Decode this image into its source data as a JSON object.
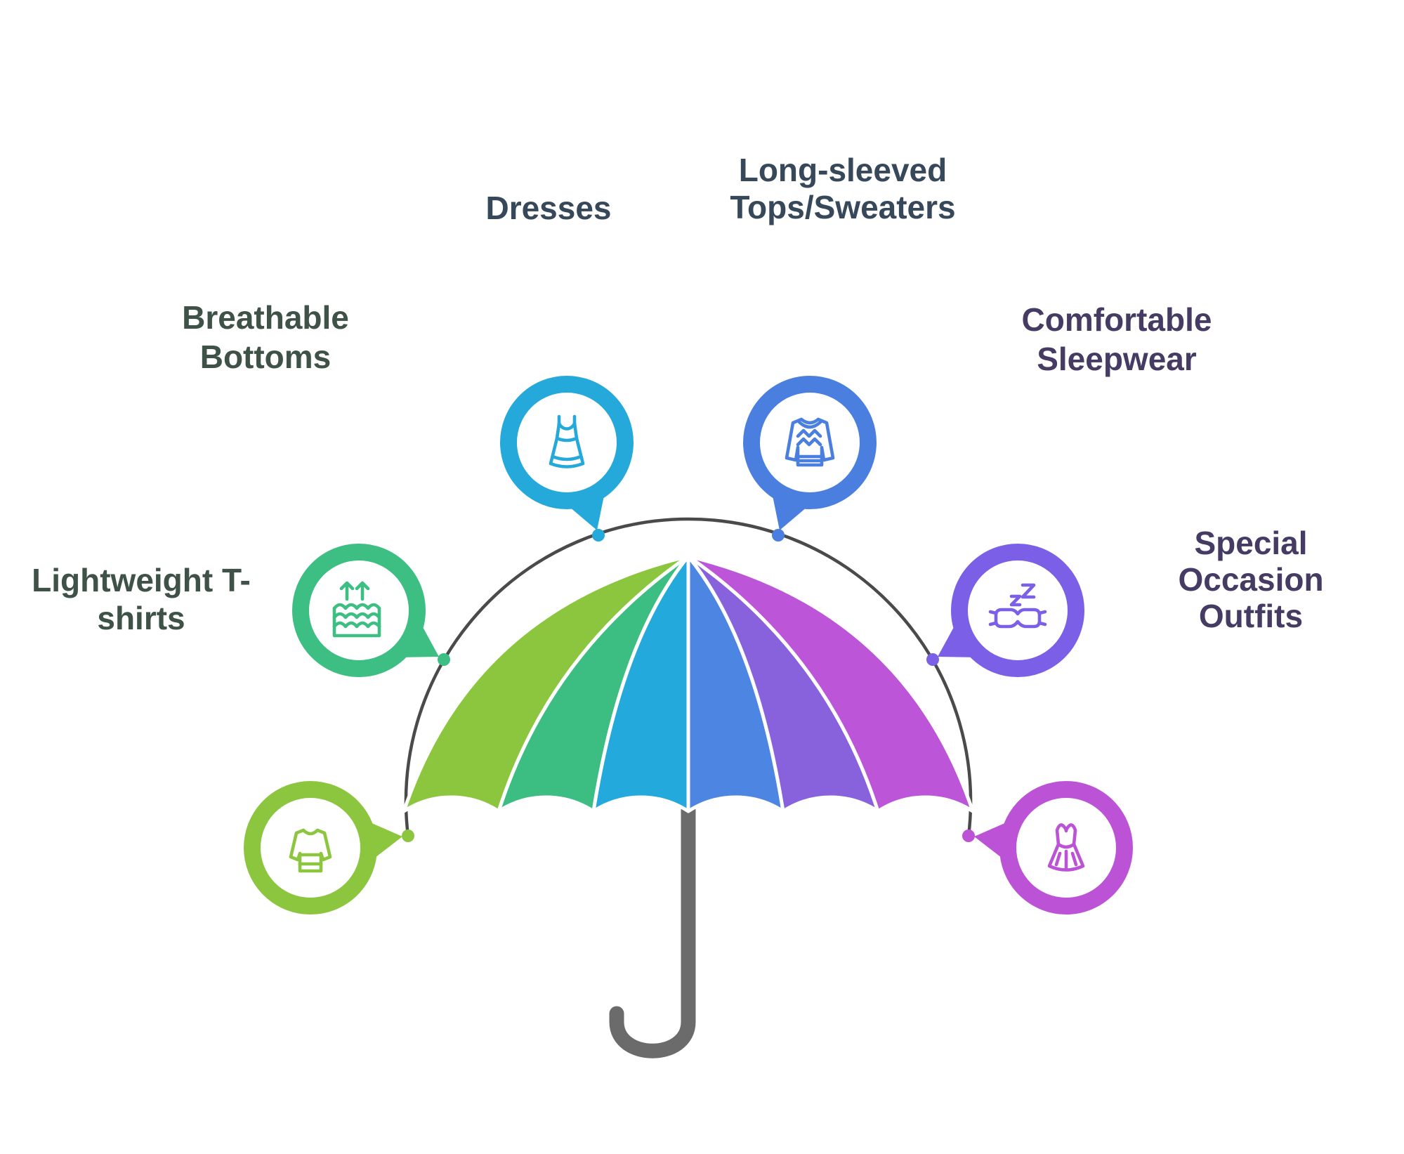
{
  "diagram": {
    "type": "umbrella-category-infographic",
    "background": "#ffffff",
    "arc": {
      "color": "#4a4a4a"
    },
    "umbrella": {
      "pole_color": "#6b6b6b",
      "panel_colors": [
        "#8cc63f",
        "#3cbe82",
        "#23a9db",
        "#4c86e2",
        "#8762dc",
        "#bc55d8"
      ]
    },
    "nodes": [
      {
        "id": "lightweight-t-shirts",
        "label_lines": [
          "Lightweight T-",
          "shirts"
        ],
        "color": "#8cc63f",
        "text_color": "#3e5247",
        "icon": "tshirt-icon"
      },
      {
        "id": "breathable-bottoms",
        "label_lines": [
          "Breathable",
          "Bottoms"
        ],
        "color": "#3dbe83",
        "text_color": "#3e5247",
        "icon": "moisture-wicking-icon"
      },
      {
        "id": "dresses",
        "label_lines": [
          "Dresses"
        ],
        "color": "#25a9db",
        "text_color": "#36485a",
        "icon": "dress-icon"
      },
      {
        "id": "long-sleeved-tops-sweaters",
        "label_lines": [
          "Long-sleeved",
          "Tops/Sweaters"
        ],
        "color": "#4a7fe0",
        "text_color": "#36485a",
        "icon": "sweater-icon"
      },
      {
        "id": "comfortable-sleepwear",
        "label_lines": [
          "Comfortable",
          "Sleepwear"
        ],
        "color": "#7b5fe6",
        "text_color": "#453b63",
        "icon": "sleep-mask-icon"
      },
      {
        "id": "special-occasion-outfits",
        "label_lines": [
          "Special",
          "Occasion",
          "Outfits"
        ],
        "color": "#bc53d7",
        "text_color": "#453b63",
        "icon": "gown-icon"
      }
    ]
  }
}
